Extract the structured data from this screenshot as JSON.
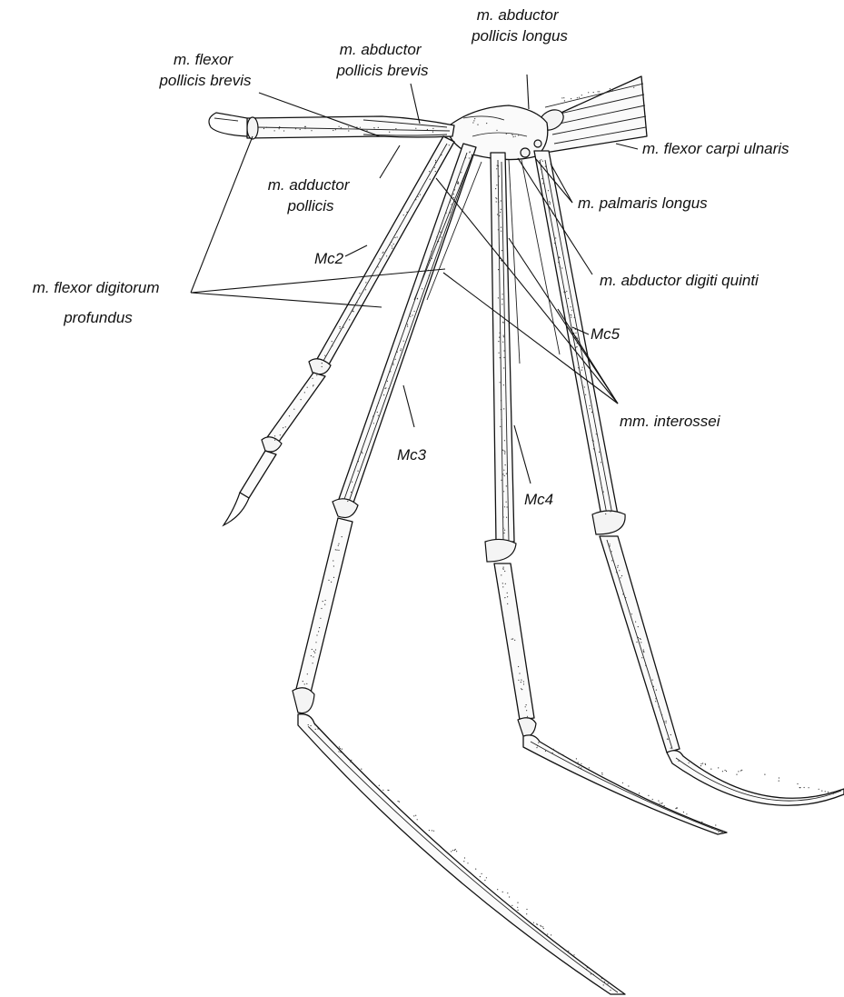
{
  "labels": {
    "abductor_pollicis_longus": [
      "m. abductor",
      "pollicis longus"
    ],
    "flexor_pollicis_brevis": [
      "m. flexor",
      "pollicis brevis"
    ],
    "abductor_pollicis_brevis": [
      "m. abductor",
      "pollicis brevis"
    ],
    "flexor_carpi_ulnaris": "m. flexor carpi ulnaris",
    "adductor_pollicis": [
      "m. adductor",
      "pollicis"
    ],
    "palmaris_longus": "m. palmaris longus",
    "mc2": "Mc2",
    "abductor_digiti_quinti": "m. abductor digiti quinti",
    "flexor_digitorum_profundus": [
      "m. flexor digitorum",
      "profundus"
    ],
    "mc5": "Mc5",
    "mm_interossei": "mm. interossei",
    "mc3": "Mc3",
    "mc4": "Mc4"
  }
}
